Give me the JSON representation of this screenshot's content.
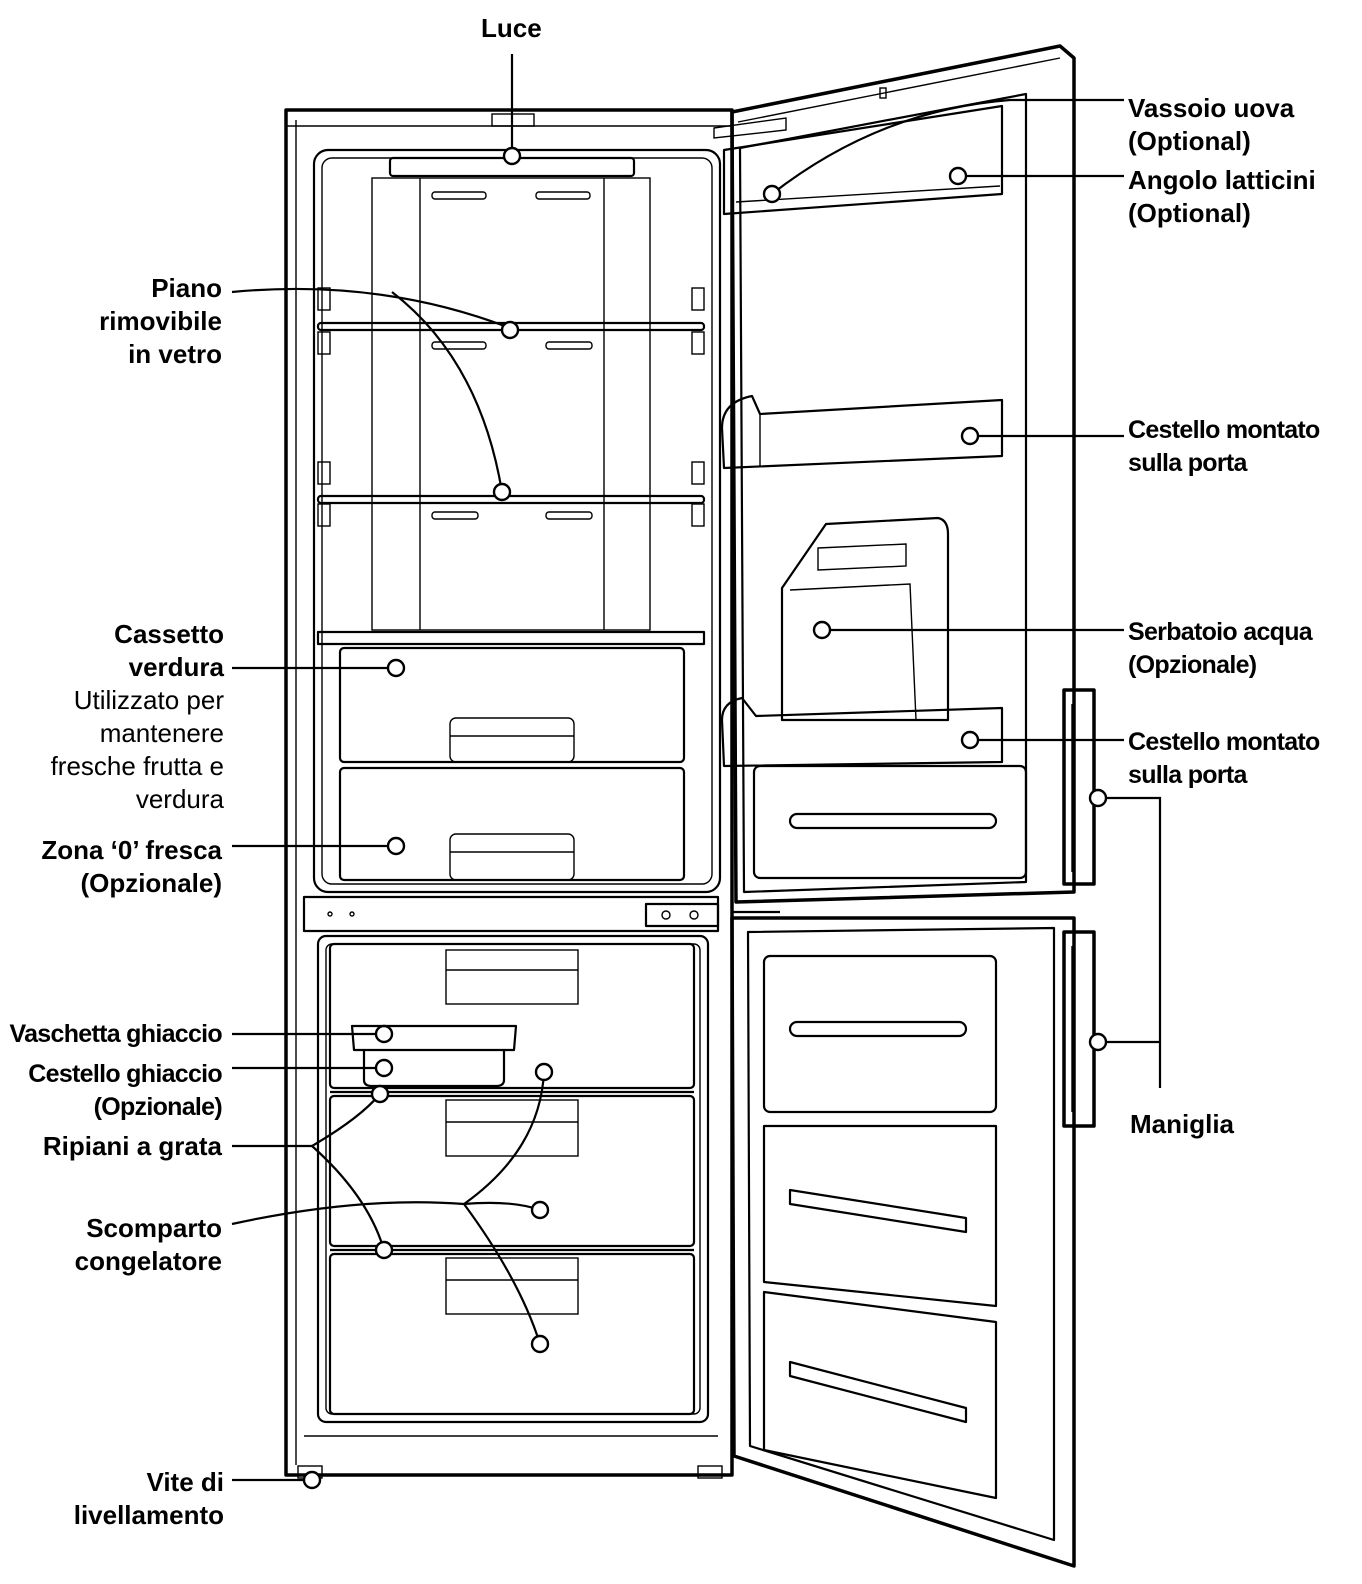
{
  "labels": {
    "luce": "Luce",
    "vassoio_uova": [
      "Vassoio uova",
      "(Optional)"
    ],
    "angolo_latticini": [
      "Angolo latticini",
      "(Optional)"
    ],
    "piano_vetro": [
      "Piano",
      "rimovibile",
      "in vetro"
    ],
    "cestello_porta_1": [
      "Cestello montato",
      "sulla porta"
    ],
    "serbatoio_acqua": [
      "Serbatoio acqua",
      "(Opzionale)"
    ],
    "cestello_porta_2": [
      "Cestello montato",
      "sulla porta"
    ],
    "cassetto_verdura": [
      "Cassetto",
      "verdura"
    ],
    "cassetto_verdura_desc": [
      "Utilizzato per",
      "mantenere",
      "fresche frutta e",
      "verdura"
    ],
    "zona_fresca": [
      "Zona ‘0’ fresca",
      "(Opzionale)"
    ],
    "vaschetta_ghiaccio": "Vaschetta ghiaccio",
    "cestello_ghiaccio": [
      "Cestello ghiaccio",
      "(Opzionale)"
    ],
    "ripiani_grata": "Ripiani a grata",
    "scomparto_congelatore": [
      "Scomparto",
      "congelatore"
    ],
    "maniglia": "Maniglia",
    "vite_livellamento": [
      "Vite di",
      "livellamento"
    ]
  }
}
